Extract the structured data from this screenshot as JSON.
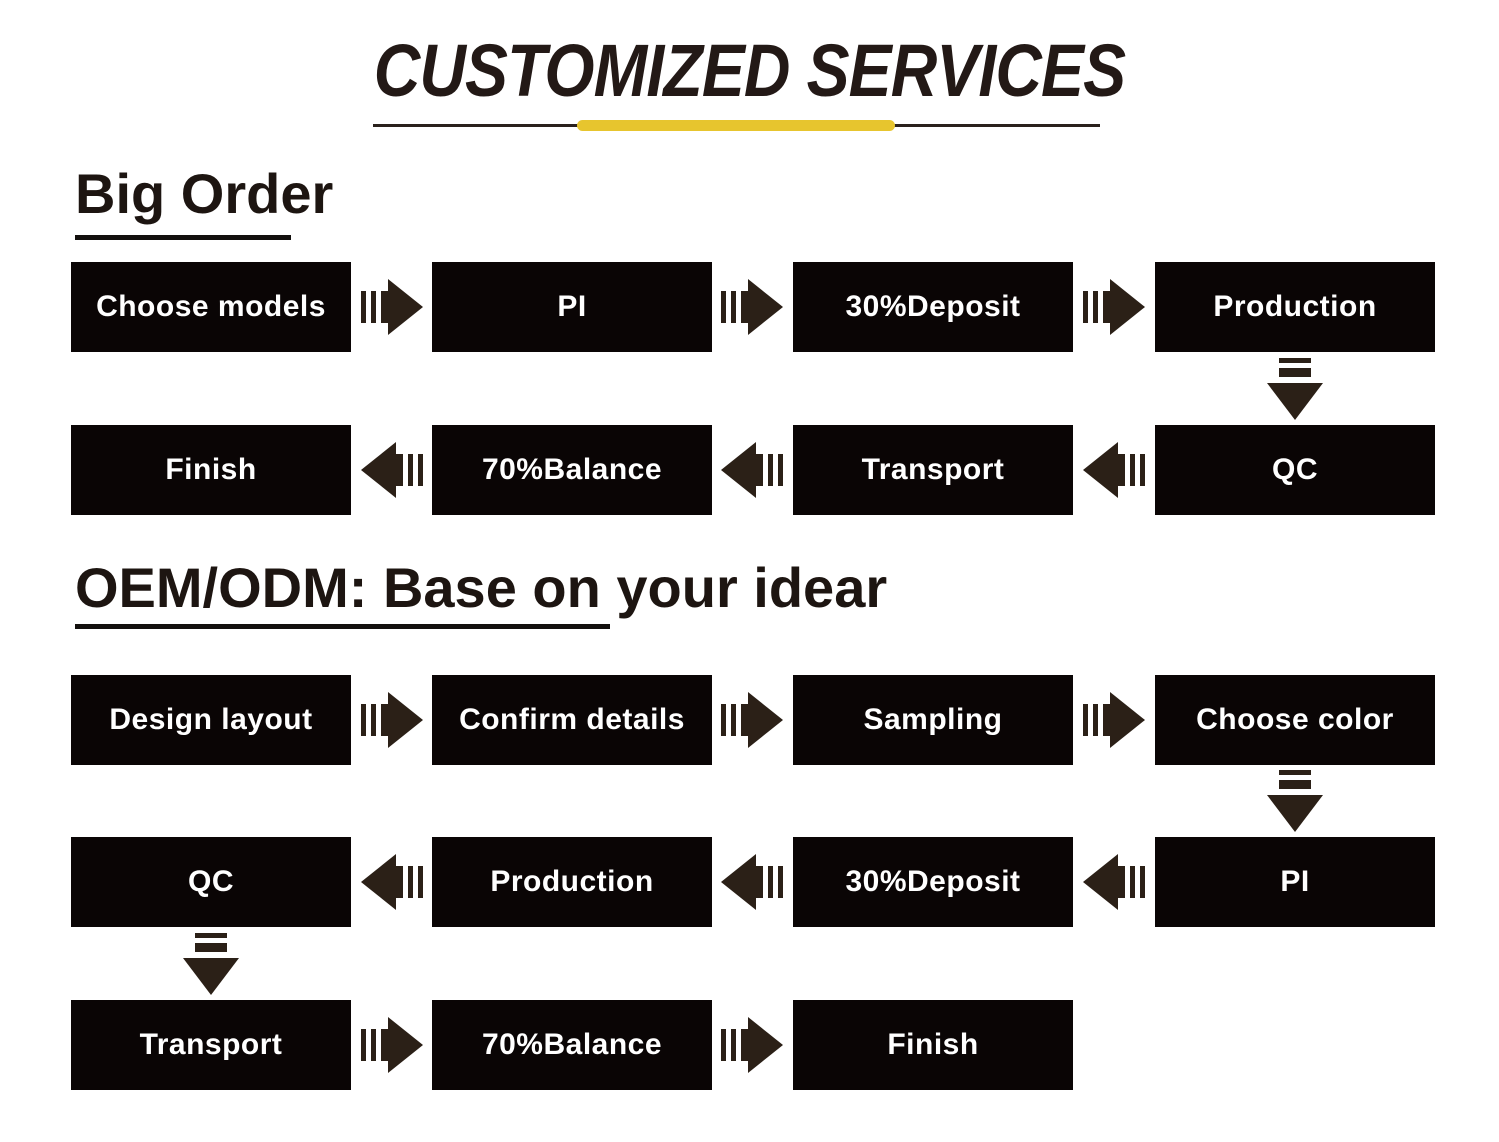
{
  "title": "CUSTOMIZED SERVICES",
  "sections": {
    "big_order": {
      "heading": "Big Order",
      "row1": [
        "Choose models",
        "PI",
        "30%Deposit",
        "Production"
      ],
      "row2": [
        "Finish",
        "70%Balance",
        "Transport",
        "QC"
      ]
    },
    "oem": {
      "heading": "OEM/ODM: Base on your idear",
      "row1": [
        "Design layout",
        "Confirm details",
        "Sampling",
        "Choose color"
      ],
      "row2": [
        "QC",
        "Production",
        "30%Deposit",
        "PI"
      ],
      "row3": [
        "Transport",
        "70%Balance",
        "Finish"
      ]
    }
  },
  "icons": {
    "arrow_right": "fast-forward-right-arrow",
    "arrow_left": "fast-forward-left-arrow",
    "arrow_down": "fast-forward-down-arrow"
  },
  "colors": {
    "background": "#ffffff",
    "box_background": "#0a0505",
    "box_text": "#ffffff",
    "arrow": "#2b2017",
    "ink": "#231916",
    "accent_yellow": "#e7c52e"
  }
}
